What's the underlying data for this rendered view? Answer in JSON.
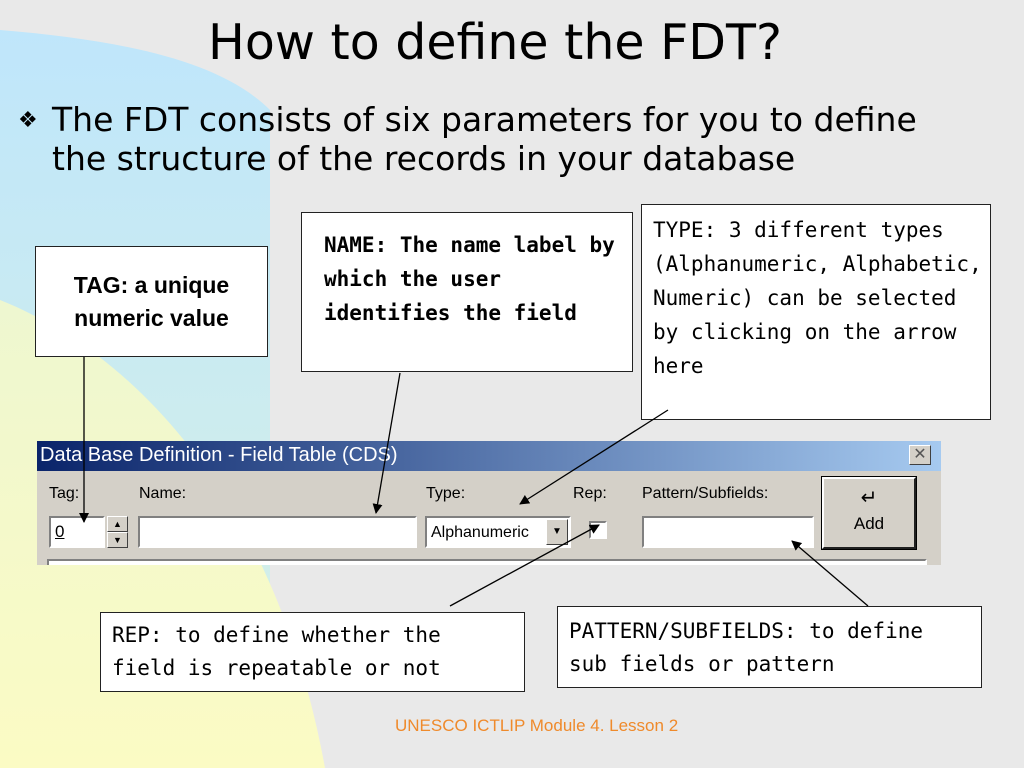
{
  "slide": {
    "title": "How to define the FDT?",
    "bullet": "The FDT consists of six parameters for you to define the structure of the records in your database",
    "bullet_icon": "diamond-bullet-icon",
    "footer": "UNESCO ICTLIP Module 4.  Lesson 2",
    "footer_color": "#ef8a2b"
  },
  "callouts": {
    "tag": "TAG: a unique numeric value",
    "name": "NAME: The name label  by which the user identifies the field",
    "type": "TYPE: 3 different types (Alphanumeric, Alphabetic, Numeric) can be selected by clicking on the arrow here",
    "rep": "REP: to define whether the field is repeatable or not",
    "pattern": "PATTERN/SUBFIELDS: to define sub fields or pattern"
  },
  "dialog": {
    "title": "Data Base Definition - Field Table (CDS)",
    "close_icon": "close-icon",
    "labels": {
      "tag": "Tag:",
      "name": "Name:",
      "type": "Type:",
      "rep": "Rep:",
      "pattern": "Pattern/Subfields:"
    },
    "tag_value": "0",
    "type_value": "Alphanumeric",
    "add_button": "Add",
    "add_icon": "enter-arrow-icon"
  }
}
